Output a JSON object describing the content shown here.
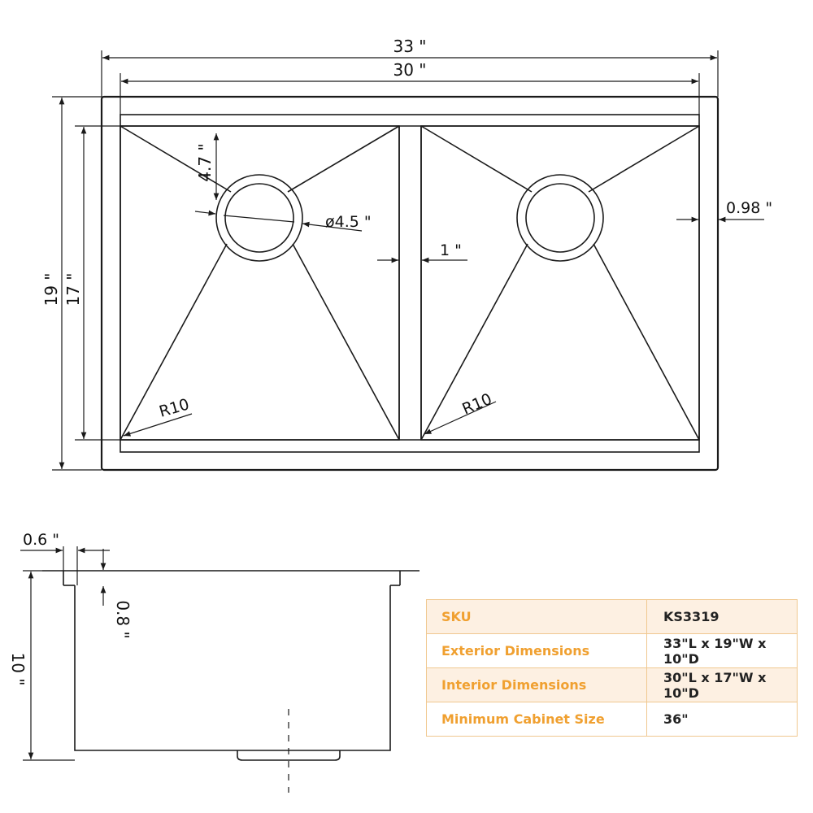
{
  "dimensions": {
    "exterior_width": "33 \"",
    "interior_width": "30 \"",
    "exterior_height": "19 \"",
    "interior_height": "17 \"",
    "drain_offset": "4.7 \"",
    "drain_diameter": "ø4.5 \"",
    "divider_width": "1 \"",
    "rim_width": "0.98 \"",
    "corner_radius_left": "R10",
    "corner_radius_right": "R10",
    "flange_width": "0.6 \"",
    "flange_thickness": "0.8 \"",
    "depth": "10 \""
  },
  "specs": {
    "rows": [
      {
        "label": "SKU",
        "value": "KS3319"
      },
      {
        "label": "Exterior Dimensions",
        "value": "33\"L x 19\"W x 10\"D"
      },
      {
        "label": "Interior Dimensions",
        "value": "30\"L x 17\"W x 10\"D"
      },
      {
        "label": "Minimum Cabinet Size",
        "value": "36\""
      }
    ]
  },
  "colors": {
    "line": "#1a1a1a",
    "table_label": "#f0a030",
    "table_border": "#f0c890",
    "table_row_tint": "#fdf0e2"
  }
}
